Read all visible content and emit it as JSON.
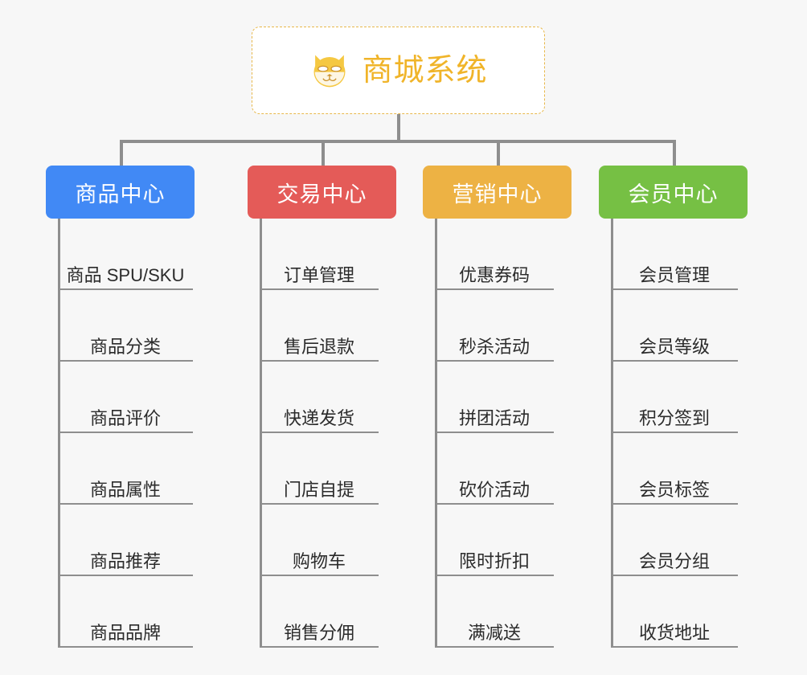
{
  "root": {
    "title": "商城系统",
    "icon": "shiba-dog-icon",
    "text_color": "#f0b429",
    "border_color": "#e8b84b",
    "background": "#ffffff"
  },
  "canvas": {
    "background": "#f7f7f7",
    "connector_color": "#8e8e8e"
  },
  "columns": [
    {
      "header": "商品中心",
      "color": "#4189f5",
      "items": [
        "商品 SPU/SKU",
        "商品分类",
        "商品评价",
        "商品属性",
        "商品推荐",
        "商品品牌"
      ]
    },
    {
      "header": "交易中心",
      "color": "#e45b58",
      "items": [
        "订单管理",
        "售后退款",
        "快递发货",
        "门店自提",
        "购物车",
        "销售分佣"
      ]
    },
    {
      "header": "营销中心",
      "color": "#edb244",
      "items": [
        "优惠券码",
        "秒杀活动",
        "拼团活动",
        "砍价活动",
        "限时折扣",
        "满减送"
      ]
    },
    {
      "header": "会员中心",
      "color": "#76c044",
      "items": [
        "会员管理",
        "会员等级",
        "积分签到",
        "会员标签",
        "会员分组",
        "收货地址"
      ]
    }
  ]
}
